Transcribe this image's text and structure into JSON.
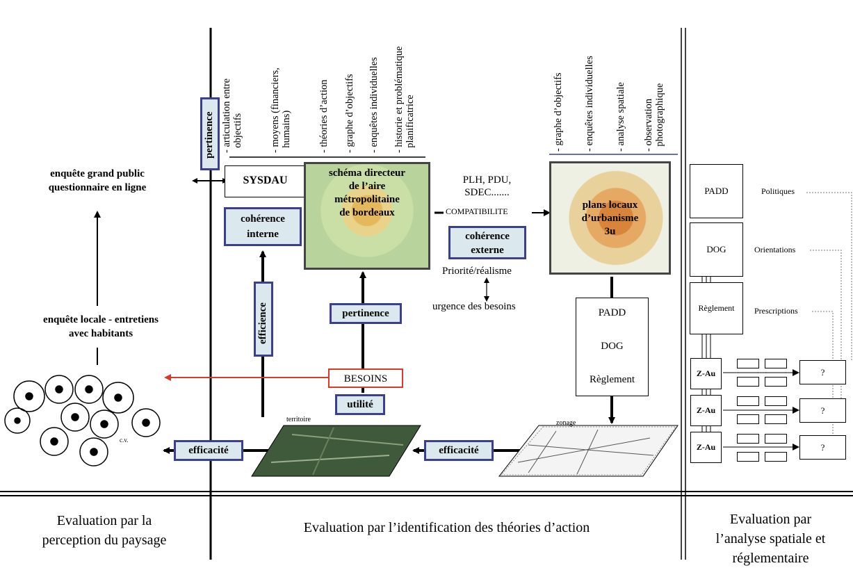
{
  "left": {
    "grand_public": "enquête grand public\nquestionnaire en ligne",
    "locale": "enquête locale - entretiens\navec habitants",
    "efficacite": "efficacité"
  },
  "center": {
    "top_labels": [
      "- articulation entre\n  objectifs",
      "- moyens (financiers,\n  humains)",
      "- théories d’action",
      "- graphe d’objectifs",
      "- enquêtes individuelles",
      "- historie et problématique\n  planificatrice"
    ],
    "pertinence_top": "pertinence",
    "sysdau": "SYSDAU",
    "schema": "schéma directeur\nde l’aire\nmétropolitaine\nde bordeaux",
    "coherence_interne": "cohérence\ninterne",
    "efficience": "efficience",
    "pertinence": "pertinence",
    "besoins": "BESOINS",
    "utilite": "utilité",
    "territoire": "territoire",
    "plh": "PLH, PDU,\nSDEC.......",
    "compatibilite": "COMPATIBILITE",
    "coherence_externe": "cohérence\nexterne",
    "priorite": "Priorité/réalisme",
    "urgence": "urgence des besoins",
    "efficacite": "efficacité"
  },
  "right_center": {
    "top_labels": [
      "- graphe d’objectifs",
      "- enquêtes individuelles",
      "- analyse spatiale",
      "- observation\n  photographique"
    ],
    "plu": "plans locaux\nd’urbanisme\n3u",
    "padd": "PADD",
    "dog": "DOG",
    "reglement": "Règlement",
    "zonage": "zonage"
  },
  "right": {
    "padd": "PADD",
    "dog": "DOG",
    "reglement": "Règlement",
    "politiques": "Politiques",
    "orientations": "Orientations",
    "prescriptions": "Prescriptions",
    "zau": "Z-Au",
    "question": "?"
  },
  "footer": {
    "left": "Evaluation par la\nperception du paysage",
    "center": "Evaluation par l’identification des théories d’action",
    "right": "Evaluation par\nl’analyse spatiale et\nréglementaire"
  },
  "colors": {
    "box_fill": "#dbe8ee",
    "box_border": "#3a3f8f",
    "besoins_border": "#d83a2a",
    "red_arrow": "#d83a2a"
  }
}
